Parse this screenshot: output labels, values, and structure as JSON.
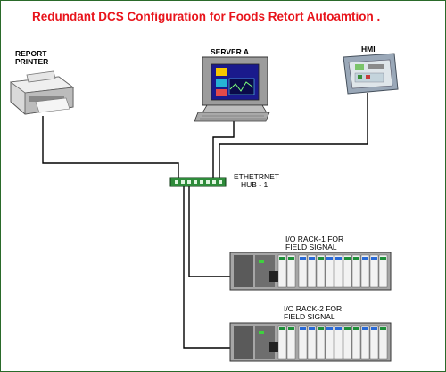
{
  "title": "Redundant DCS Configuration for  Foods Retort Autoamtion .",
  "devices": {
    "printer": {
      "label_line1": "REPORT",
      "label_line2": "PRINTER",
      "icon": "printer-icon"
    },
    "server": {
      "label": "SERVER A",
      "icon": "computer-workstation-icon"
    },
    "hmi": {
      "label": "HMI",
      "icon": "hmi-panel-icon"
    },
    "hub": {
      "label_line1": "ETHETRNET",
      "label_line2": "HUB - 1",
      "icon": "ethernet-hub-icon"
    },
    "rack1": {
      "label_line1": "I/O RACK-1 FOR",
      "label_line2": "FIELD SIGNAL",
      "icon": "io-rack-icon"
    },
    "rack2": {
      "label_line1": "I/O RACK-2 FOR",
      "label_line2": "FIELD SIGNAL",
      "icon": "io-rack-icon"
    }
  },
  "colors": {
    "title": "#e8141b",
    "hub": "#2e8b3a",
    "frame": "#2a6a2a"
  }
}
